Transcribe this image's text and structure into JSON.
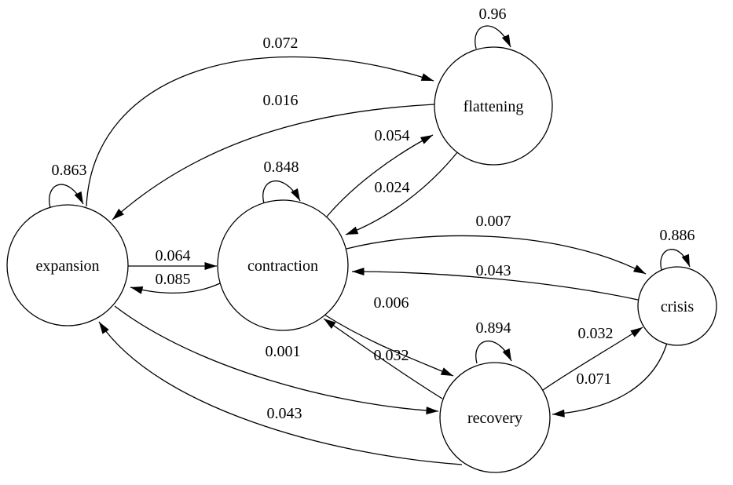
{
  "colors": {
    "background": "#ffffff",
    "stroke": "#000000",
    "text": "#000000"
  },
  "diagram": {
    "type": "state-transition-graph",
    "nodes": [
      {
        "id": "expansion",
        "label": "expansion",
        "self_loop": "0.863"
      },
      {
        "id": "contraction",
        "label": "contraction",
        "self_loop": "0.848"
      },
      {
        "id": "flattening",
        "label": "flattening",
        "self_loop": "0.96"
      },
      {
        "id": "crisis",
        "label": "crisis",
        "self_loop": "0.886"
      },
      {
        "id": "recovery",
        "label": "recovery",
        "self_loop": "0.894"
      }
    ],
    "edges": [
      {
        "from": "expansion",
        "to": "flattening",
        "label": "0.072"
      },
      {
        "from": "flattening",
        "to": "expansion",
        "label": "0.016"
      },
      {
        "from": "contraction",
        "to": "flattening",
        "label": "0.054"
      },
      {
        "from": "flattening",
        "to": "contraction",
        "label": "0.024"
      },
      {
        "from": "contraction",
        "to": "crisis",
        "label": "0.007"
      },
      {
        "from": "crisis",
        "to": "contraction",
        "label": "0.043"
      },
      {
        "from": "expansion",
        "to": "contraction",
        "label": "0.064"
      },
      {
        "from": "contraction",
        "to": "expansion",
        "label": "0.085"
      },
      {
        "from": "contraction",
        "to": "recovery",
        "label": "0.006"
      },
      {
        "from": "recovery",
        "to": "contraction",
        "label": "0.032"
      },
      {
        "from": "expansion",
        "to": "recovery",
        "label": "0.001"
      },
      {
        "from": "recovery",
        "to": "expansion",
        "label": "0.043"
      },
      {
        "from": "recovery",
        "to": "crisis",
        "label": "0.032"
      },
      {
        "from": "crisis",
        "to": "recovery",
        "label": "0.071"
      }
    ]
  }
}
